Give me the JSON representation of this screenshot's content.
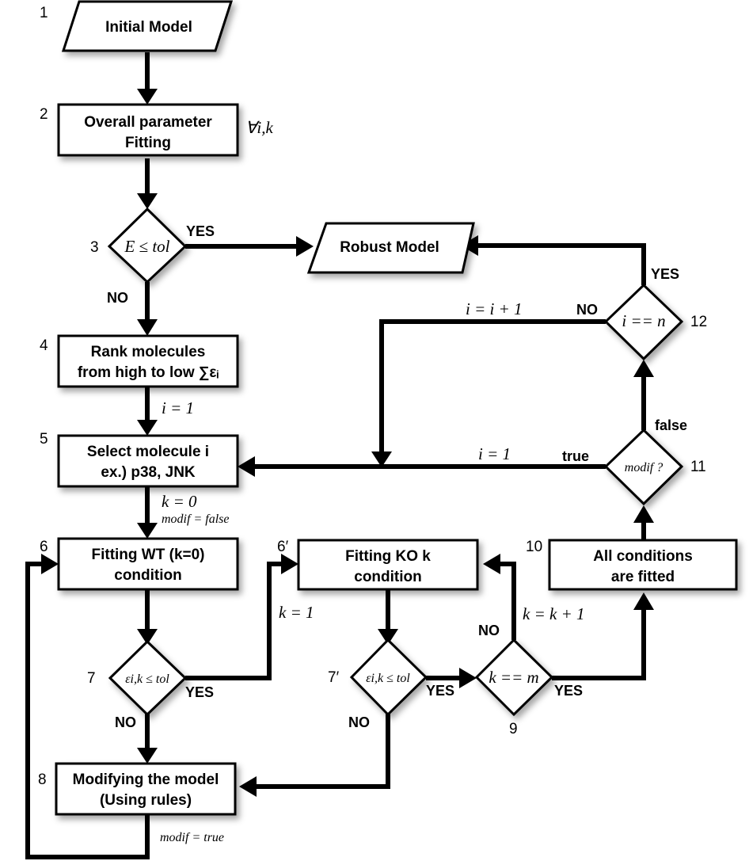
{
  "nodes": {
    "n1": {
      "num": "1",
      "lines": [
        "Initial Model"
      ]
    },
    "n2": {
      "num": "2",
      "lines": [
        "Overall parameter",
        "Fitting"
      ],
      "note": "∀i,k"
    },
    "n3": {
      "num": "3",
      "cond": "E ≤ tol"
    },
    "robust": {
      "lines": [
        "Robust Model"
      ]
    },
    "n4": {
      "num": "4",
      "lines": [
        "Rank molecules",
        "from high to low ∑εᵢ"
      ]
    },
    "n5": {
      "num": "5",
      "lines": [
        "Select molecule i",
        "ex.) p38, JNK"
      ]
    },
    "n6": {
      "num": "6",
      "lines": [
        "Fitting WT (k=0)",
        "condition"
      ]
    },
    "n6p": {
      "num": "6′",
      "lines": [
        "Fitting KO k",
        "condition"
      ]
    },
    "n7": {
      "num": "7",
      "cond": "εi,k ≤ tol"
    },
    "n7p": {
      "num": "7′",
      "cond": "εi,k ≤ tol"
    },
    "n8": {
      "num": "8",
      "lines": [
        "Modifying the model",
        "(Using rules)"
      ]
    },
    "n9": {
      "num": "9",
      "cond": "k == m"
    },
    "n10": {
      "num": "10",
      "lines": [
        "All conditions",
        "are fitted"
      ]
    },
    "n11": {
      "num": "11",
      "cond": "modif ?"
    },
    "n12": {
      "num": "12",
      "cond": "i == n"
    }
  },
  "edge_labels": {
    "yes": "YES",
    "no": "NO",
    "true": "true",
    "false": "false",
    "i_eq_1_a": "i = 1",
    "i_eq_1_b": "i = 1",
    "i_inc": "i = i + 1",
    "k_eq_0": "k = 0",
    "modif_false": "modif = false",
    "k_eq_1": "k = 1",
    "k_inc": "k = k + 1",
    "modif_true": "modif = true"
  }
}
